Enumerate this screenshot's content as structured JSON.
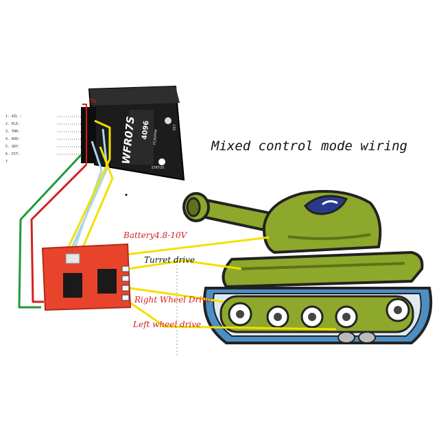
{
  "title": "Mixed control mode wiring",
  "receiver": {
    "brand_text": "WFR07S",
    "sub_text": "4096",
    "small_text": "PCM/PPM",
    "status_text": "STATUS",
    "set_text": "SET",
    "power_label": "5v"
  },
  "channels": [
    "1. AIL :",
    "2. ELE:",
    "3. THR:",
    "4. RUD:",
    "5. GRY:",
    "6. PIT:",
    "7"
  ],
  "labels": {
    "battery": "Battery4.8-10V",
    "turret": "Turret drive",
    "right_wheel": "Right Wheel Drive",
    "left_wheel": "Left wheel drive"
  },
  "colors": {
    "receiver_body": "#1c1c1c",
    "board": "#e8442c",
    "wire_red": "#d42020",
    "wire_green": "#1e9a3a",
    "wire_yellow": "#f2e000",
    "wire_lightblue": "#a9d6ee",
    "tank_body": "#8da82a",
    "tank_tread": "#4c8fc4"
  }
}
